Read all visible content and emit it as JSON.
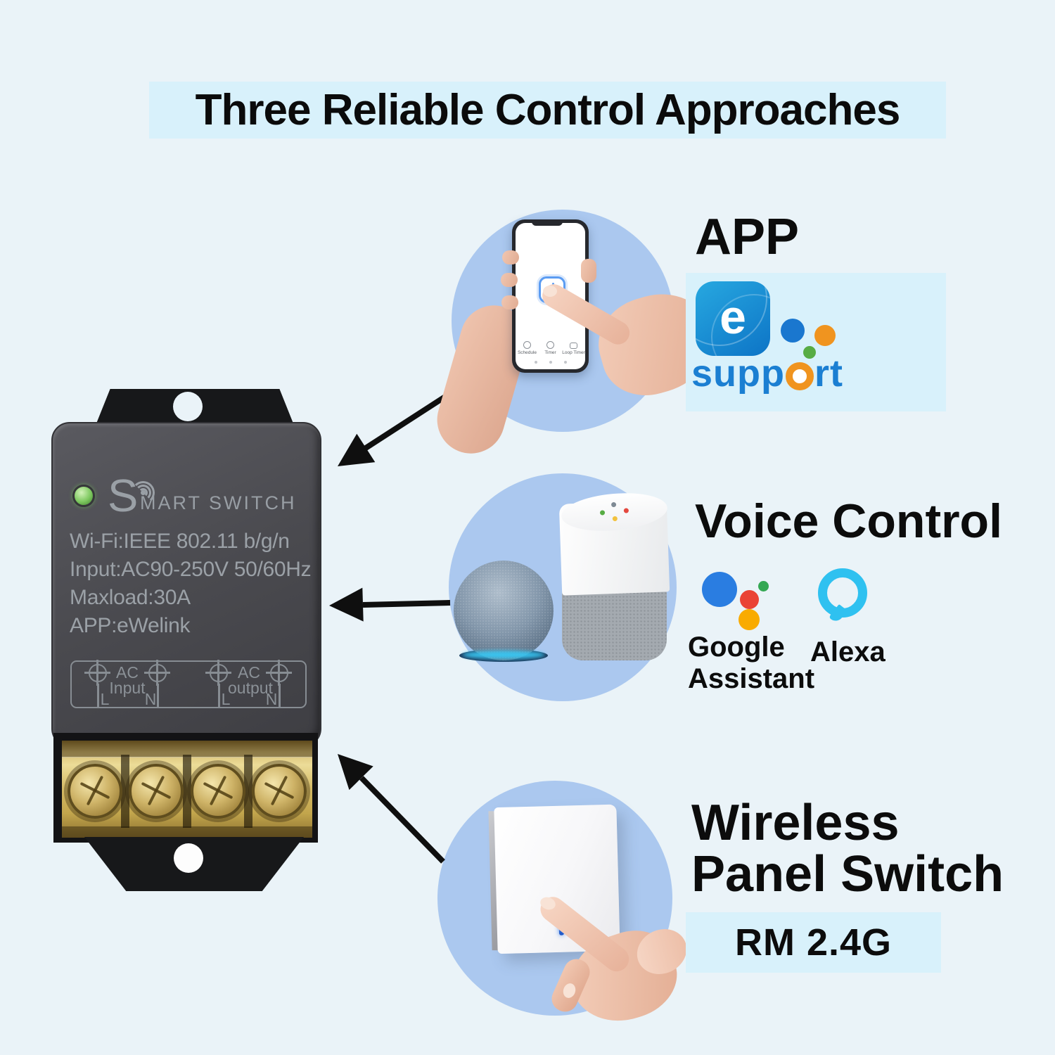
{
  "banner": {
    "title": "Three Reliable Control Approaches"
  },
  "device": {
    "brand_initial": "S",
    "brand_rest": "MART SWITCH",
    "specs": [
      "Wi-Fi:IEEE 802.11 b/g/n",
      "Input:AC90-250V 50/60Hz",
      "Maxload:30A",
      "APP:eWelink"
    ],
    "terminals": {
      "groups": [
        {
          "top": "AC",
          "bottom": "Input",
          "l": "L",
          "n": "N"
        },
        {
          "top": "AC",
          "bottom": "output",
          "l": "L",
          "n": "N"
        }
      ]
    }
  },
  "methods": {
    "app": {
      "heading": "APP",
      "logo_letter": "e",
      "support_prefix": "supp",
      "support_suffix": "rt",
      "phone_menu": [
        "Schedule",
        "Timer",
        "Loop Timer"
      ]
    },
    "voice": {
      "heading": "Voice Control",
      "google_line1": "Google",
      "google_line2": "Assistant",
      "alexa_label": "Alexa"
    },
    "wireless": {
      "line1": "Wireless",
      "line2": "Panel Switch",
      "badge": "RM 2.4G"
    }
  },
  "colors": {
    "background": "#eaf3f8",
    "banner_panel": "#d8f1fb",
    "photo_circle": "#abc8ef",
    "arrow": "#0f0f0f",
    "device_body": "#4a4a4f",
    "device_text": "#9ba1a7",
    "led_green": "#7cc85e",
    "brass": "#d3b964",
    "ewelink_blue": "#1289d2",
    "support_text_blue": "#1b7fd2",
    "support_o_orange": "#f0941f",
    "google_blue": "#2a7de1",
    "google_red": "#ea4335",
    "google_yellow": "#f9ab00",
    "google_green": "#34a853",
    "alexa_cyan": "#2fc1f0",
    "power_button_blue": "#5b9cf2"
  },
  "icons": {
    "wifi_signal": "three-arcs-with-dot",
    "status_led": "green-circle",
    "screw_terminal": "circle-with-cross",
    "power_button": "power-symbol-rounded-square",
    "ewelink_logo": "blue-rounded-square-letter-e",
    "google_assistant_logo": "four-color-dots",
    "alexa_logo": "cyan-ring-with-tail",
    "arrow": "black-straight-arrow"
  }
}
